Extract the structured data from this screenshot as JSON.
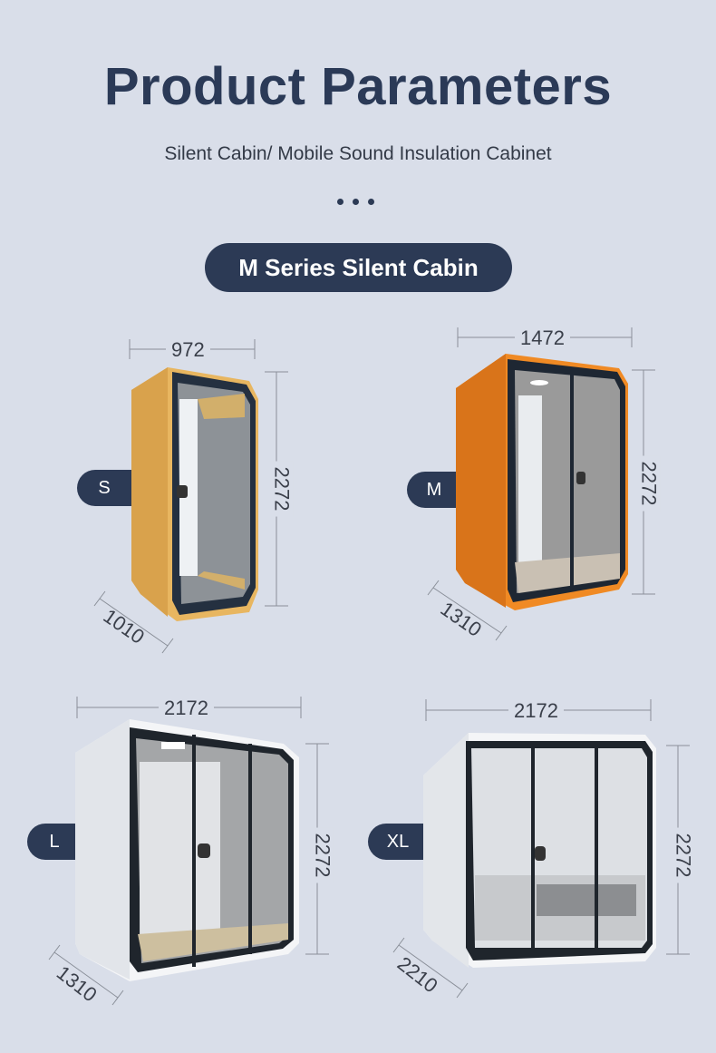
{
  "header": {
    "title": "Product Parameters",
    "subtitle": "Silent Cabin/ Mobile Sound Insulation Cabinet"
  },
  "series_label": "M Series Silent Cabin",
  "models": [
    {
      "size": "S",
      "width": "972",
      "height": "2272",
      "depth": "1010",
      "color": "#e8b660"
    },
    {
      "size": "M",
      "width": "1472",
      "height": "2272",
      "depth": "1310",
      "color": "#f08a24"
    },
    {
      "size": "L",
      "width": "2172",
      "height": "2272",
      "depth": "1310",
      "color": "#f4f5f7"
    },
    {
      "size": "XL",
      "width": "2172",
      "height": "2272",
      "depth": "2210",
      "color": "#f4f5f7"
    }
  ]
}
